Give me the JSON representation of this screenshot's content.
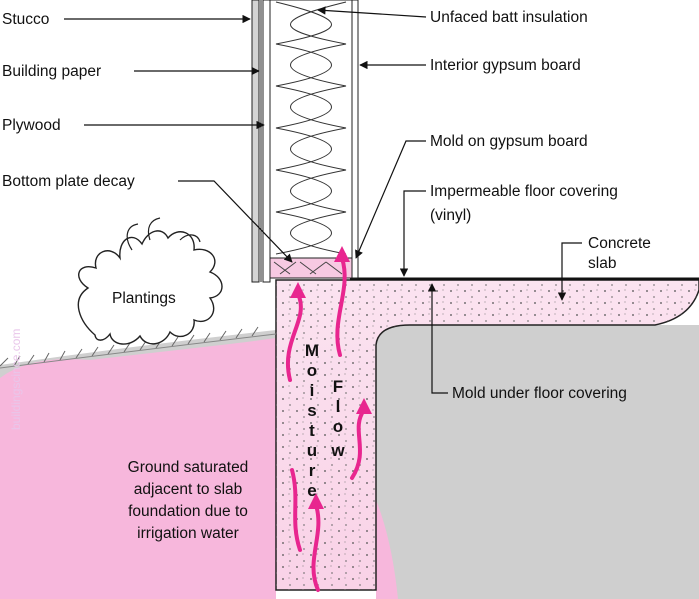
{
  "labels": {
    "stucco": "Stucco",
    "building_paper": "Building paper",
    "plywood": "Plywood",
    "bottom_plate_decay": "Bottom plate decay",
    "plantings": "Plantings",
    "unfaced_batt_insulation": "Unfaced batt insulation",
    "interior_gypsum_board": "Interior gypsum board",
    "mold_on_gypsum_board": "Mold on gypsum board",
    "impermeable_floor_covering": "Impermeable floor covering",
    "vinyl": "(vinyl)",
    "concrete": "Concrete",
    "slab": "slab",
    "mold_under_floor_covering": "Mold under floor covering",
    "ground_line1": "Ground saturated",
    "ground_line2": "adjacent to slab",
    "ground_line3": "foundation due to",
    "ground_line4": "irrigation water"
  },
  "moisture_letters": [
    "M",
    "o",
    "i",
    "s",
    "t",
    "u",
    "r",
    "e"
  ],
  "flow_letters": [
    "F",
    "l",
    "o",
    "w"
  ],
  "watermark": "buildingscince.com",
  "colors": {
    "moisture_pink": "#f7b7dc",
    "arrow_magenta": "#e8268f",
    "ground_gray": "#cfcfcf"
  }
}
